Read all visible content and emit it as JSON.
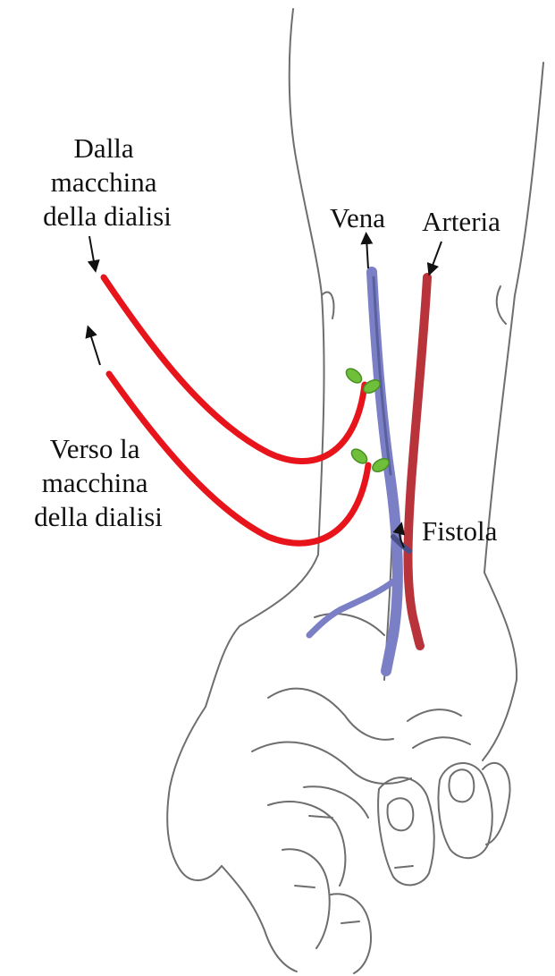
{
  "labels": {
    "from_machine": [
      "Dalla",
      "macchina",
      "della dialisi"
    ],
    "to_machine": [
      "Verso la",
      "macchina",
      "della dialisi"
    ],
    "vein": "Vena",
    "artery": "Arteria",
    "fistula": "Fistola"
  },
  "colors": {
    "outline": "#6e6e6e",
    "tube": "#e8141c",
    "vein": "#7b80c6",
    "artery": "#b8343a",
    "clamp": "#6fbf3a",
    "text": "#111111"
  }
}
